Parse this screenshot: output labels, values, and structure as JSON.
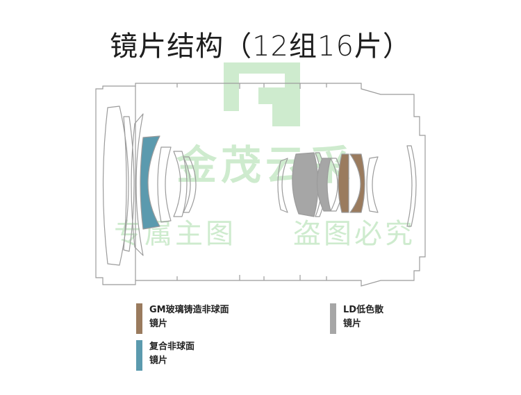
{
  "title": "镜片结构（12组16片）",
  "watermark": {
    "logo_text": "金茂云采",
    "left_text": "专属主图",
    "right_text": "盗图必究"
  },
  "colors": {
    "gm_glass": "#9a7b5e",
    "hybrid_aspherical": "#5b9aae",
    "ld": "#a6a6a6",
    "outline": "#9b9b9b",
    "watermark": "#c6e8c6"
  },
  "legend": [
    {
      "id": "gm",
      "line1": "GM玻璃铸造非球面",
      "line2": "镜片",
      "color": "#9a7b5e"
    },
    {
      "id": "hybrid",
      "line1": "复合非球面",
      "line2": "镜片",
      "color": "#5b9aae"
    },
    {
      "id": "ld",
      "line1": "LD低色散",
      "line2": "镜片",
      "color": "#a6a6a6"
    }
  ]
}
